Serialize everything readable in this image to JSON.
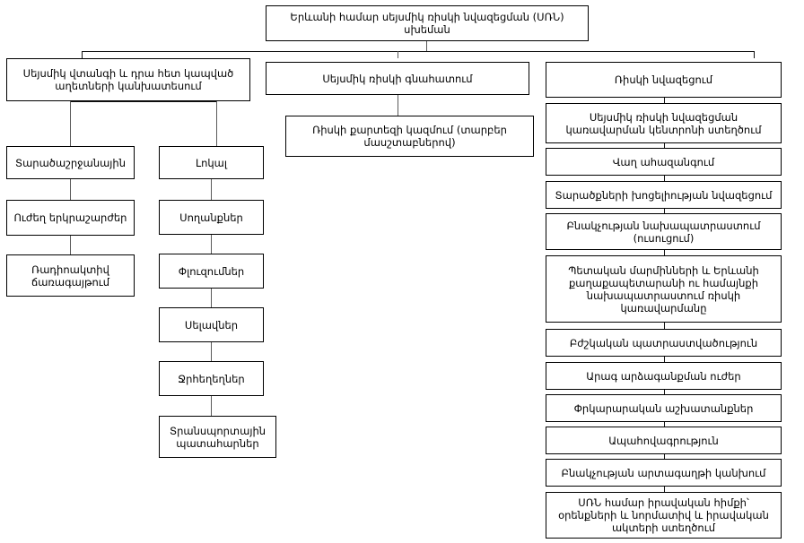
{
  "diagram": {
    "title": "Երևանի համար սեյսմիկ ռիսկի նվազեցման (ՍՌՆ) սխեման",
    "type": "org-chart",
    "language": "hy",
    "colors": {
      "box_border": "#000000",
      "box_fill": "#ffffff",
      "connector": "#5a5a5a",
      "text": "#000000",
      "background": "#ffffff"
    },
    "root": {
      "id": "root",
      "label": "Երևանի համար սեյսմիկ ռիսկի նվազեցման (ՍՌՆ) սխեման"
    },
    "branches": [
      {
        "id": "branch-hazard",
        "label": "Սեյսմիկ վտանգի և դրա հետ կապված աղետների կանխատեսում",
        "columns": [
          {
            "id": "col-regional",
            "items": [
              {
                "id": "regional",
                "label": "Տարածաշրջանային"
              },
              {
                "id": "strong-quakes",
                "label": "Ուժեղ երկրաշարժեր"
              },
              {
                "id": "radioactive",
                "label": "Ռադիոակտիվ ճառագայթում"
              }
            ]
          },
          {
            "id": "col-local",
            "items": [
              {
                "id": "local",
                "label": "Լոկալ"
              },
              {
                "id": "landslides",
                "label": "Սողանքներ"
              },
              {
                "id": "collapses",
                "label": "Փլուզումներ"
              },
              {
                "id": "mudflows",
                "label": "Սելավներ"
              },
              {
                "id": "floods",
                "label": "Ջրհեղեղներ"
              },
              {
                "id": "transport-accidents",
                "label": "Տրանսպորտային պատահարներ"
              }
            ]
          }
        ]
      },
      {
        "id": "branch-assessment",
        "label": "Սեյսմիկ ռիսկի գնահատում",
        "children": [
          {
            "id": "risk-map",
            "label": "Ռիսկի քարտեզի կազմում (տարբեր մասշտաբներով)"
          }
        ]
      },
      {
        "id": "branch-reduction",
        "label": "Ռիսկի նվազեցում",
        "children": [
          {
            "id": "mgmt-center",
            "label": "Սեյսմիկ ռիսկի նվազեցման կառավարման կենտրոնի ստեղծում"
          },
          {
            "id": "early-warning",
            "label": "Վաղ ահազանգում"
          },
          {
            "id": "vulnerability",
            "label": "Տարածքների խոցելիության նվազեցում"
          },
          {
            "id": "public-training",
            "label": "Բնակչության նախապատրաստում (ուսուցում)"
          },
          {
            "id": "gov-training",
            "label": "Պետական մարմինների և Երևանի քաղաքապետարանի ու համայնքի նախապատրաստում ռիսկի կառավարմանը"
          },
          {
            "id": "medical",
            "label": "Բժշկական պատրաստվածություն"
          },
          {
            "id": "rapid-response",
            "label": "Արագ արձագանքման ուժեր"
          },
          {
            "id": "rescue-works",
            "label": "Փրկարարական աշխատանքներ"
          },
          {
            "id": "insurance",
            "label": "Ապահովագրություն"
          },
          {
            "id": "emigration-prevention",
            "label": "Բնակչության արտագաղթի կանխում"
          },
          {
            "id": "legal-basis",
            "label": "ՍՌՆ համար իրավական հիմքի՝ օրենքների և նորմատիվ և իրավական ակտերի ստեղծում"
          }
        ]
      }
    ]
  }
}
